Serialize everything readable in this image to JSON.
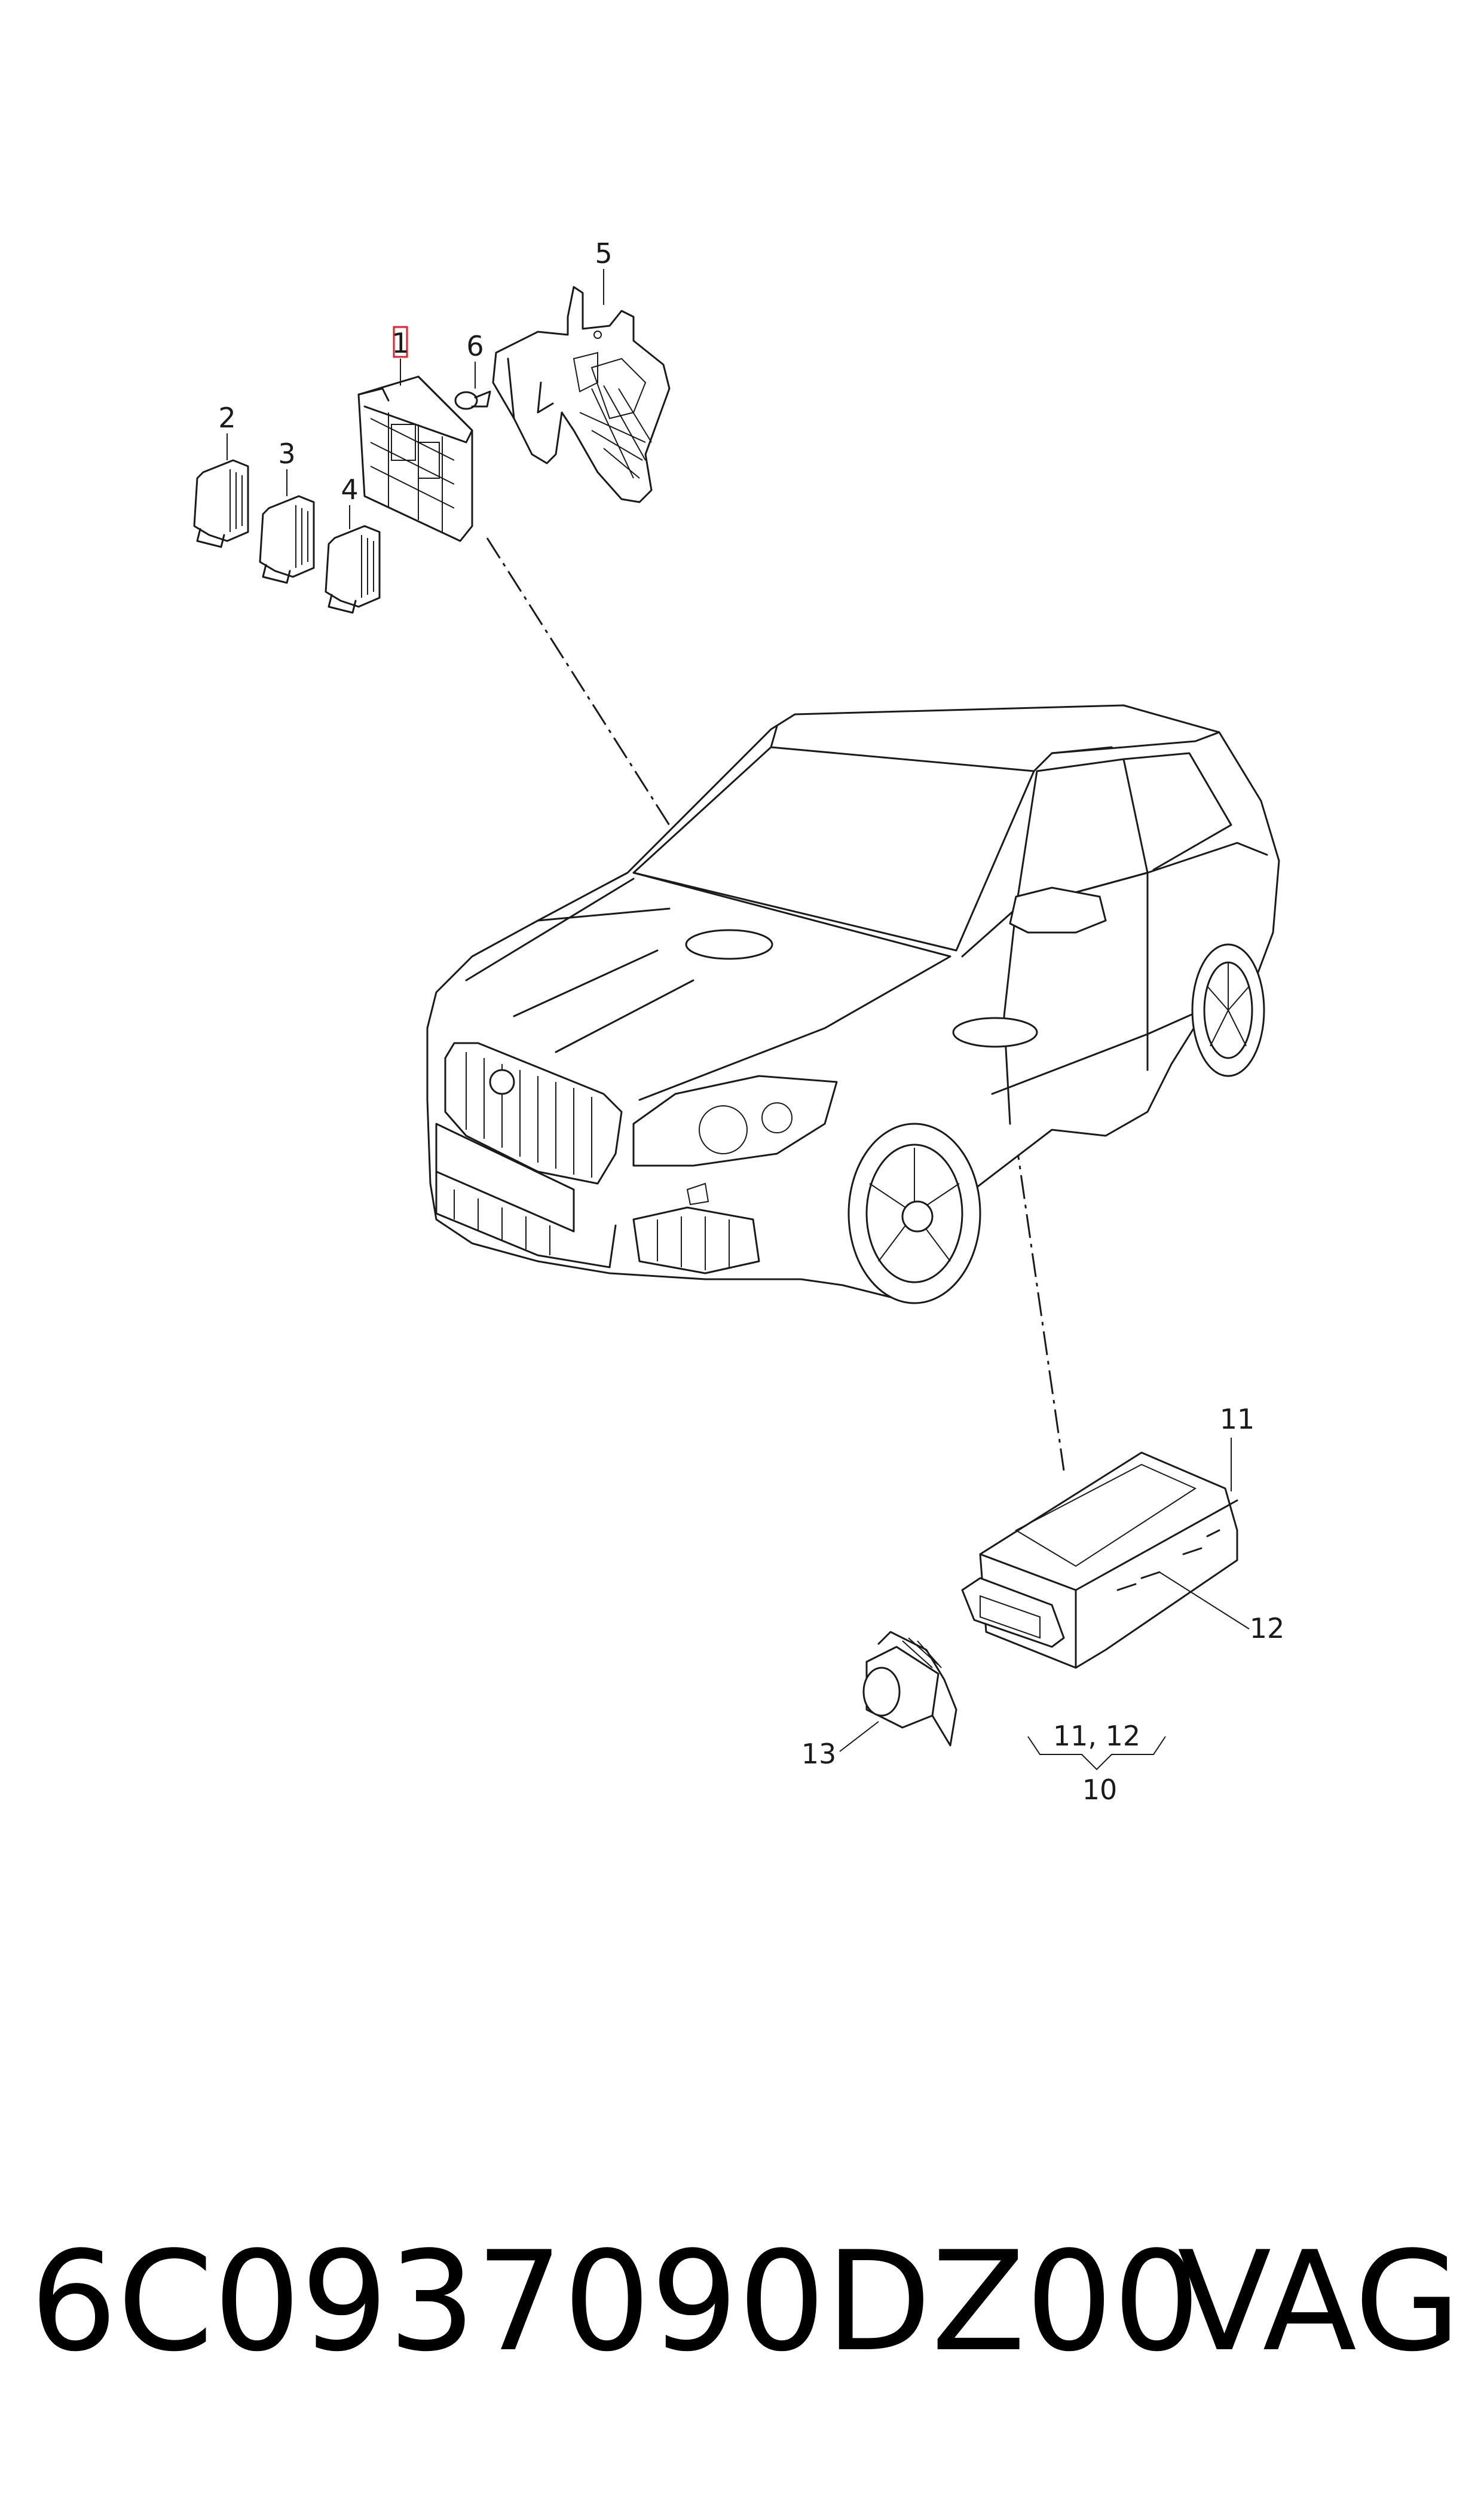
{
  "callouts": {
    "c1": "1",
    "c2": "2",
    "c3": "3",
    "c4": "4",
    "c5": "5",
    "c6": "6",
    "c11": "11",
    "c12": "12",
    "c13": "13",
    "c10": "10",
    "c11_12": "11, 12"
  },
  "footer": {
    "part_number": "6C0937090DZ00",
    "brand": "VAG"
  },
  "colors": {
    "line": "#1a1a1a",
    "highlight": "#e0202a",
    "background": "#ffffff"
  }
}
